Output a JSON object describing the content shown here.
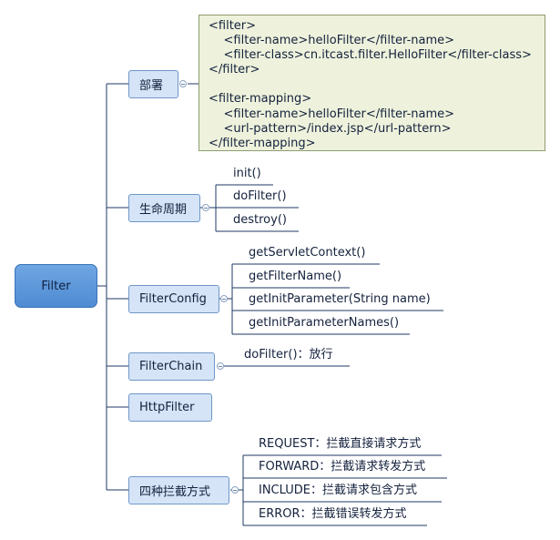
{
  "root": {
    "label": "Filter"
  },
  "branches": {
    "deploy": {
      "label": "部署",
      "code": [
        "<filter>",
        "    <filter-name>helloFilter</filter-name>",
        "    <filter-class>cn.itcast.filter.HelloFilter</filter-class>",
        "</filter>",
        "",
        "<filter-mapping>",
        "    <filter-name>helloFilter</filter-name>",
        "    <url-pattern>/index.jsp</url-pattern>",
        "</filter-mapping>"
      ]
    },
    "lifecycle": {
      "label": "生命周期",
      "children": [
        "init()",
        "doFilter()",
        "destroy()"
      ]
    },
    "filterconfig": {
      "label": "FilterConfig",
      "children": [
        "getServletContext()",
        "getFilterName()",
        "getInitParameter(String name)",
        "getInitParameterNames()"
      ]
    },
    "filterchain": {
      "label": "FilterChain",
      "children": [
        "doFilter()：放行"
      ]
    },
    "httpfilter": {
      "label": "HttpFilter"
    },
    "dispatch": {
      "label": "四种拦截方式",
      "children": [
        "REQUEST：拦截直接请求方式",
        "FORWARD：拦截请求转发方式",
        "INCLUDE：拦截请求包含方式",
        "ERROR：拦截错误转发方式"
      ]
    }
  }
}
